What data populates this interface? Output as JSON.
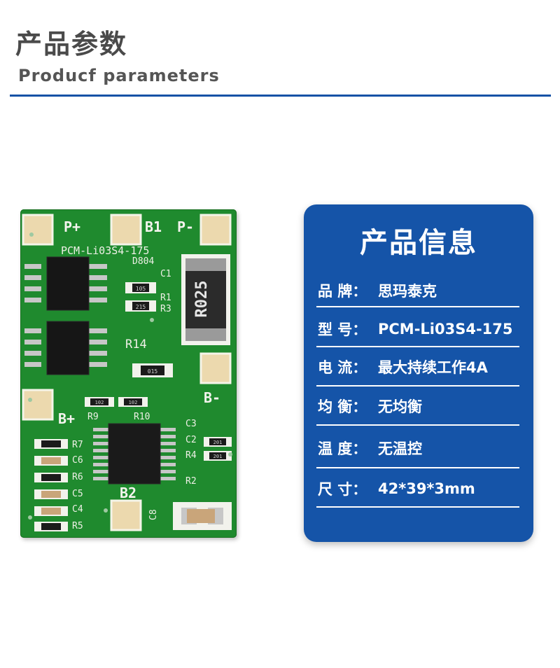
{
  "header": {
    "title_cn": "产品参数",
    "title_en": "Producf  parameters"
  },
  "pcb": {
    "pad_labels": [
      "P+",
      "B1",
      "P-",
      "B-",
      "B+",
      "B2"
    ],
    "silk_texts": [
      "PCM-Li03S4-175",
      "D804",
      "C1",
      "R1",
      "R3",
      "R14",
      "R9",
      "R10",
      "C3",
      "C2",
      "R4",
      "R2",
      "C8",
      "R7",
      "C6",
      "R6",
      "C5",
      "C4",
      "R5"
    ],
    "inductor_text": "R025",
    "part_codes": [
      "105",
      "215",
      "015",
      "102",
      "102",
      "201",
      "201"
    ]
  },
  "card": {
    "title": "产品信息",
    "specs": [
      {
        "label": "品  牌：",
        "value": "思玛泰克"
      },
      {
        "label": "型  号：",
        "value": "PCM-Li03S4-175"
      },
      {
        "label": "电  流：",
        "value": "最大持续工作4A"
      },
      {
        "label": "均  衡：",
        "value": "无均衡"
      },
      {
        "label": "温  度：",
        "value": "无温控"
      },
      {
        "label": "尺  寸：",
        "value": "42*39*3mm"
      }
    ]
  },
  "colors": {
    "accent": "#1452a6",
    "card": "#1554a8",
    "pcb": "#1f8a2e"
  }
}
